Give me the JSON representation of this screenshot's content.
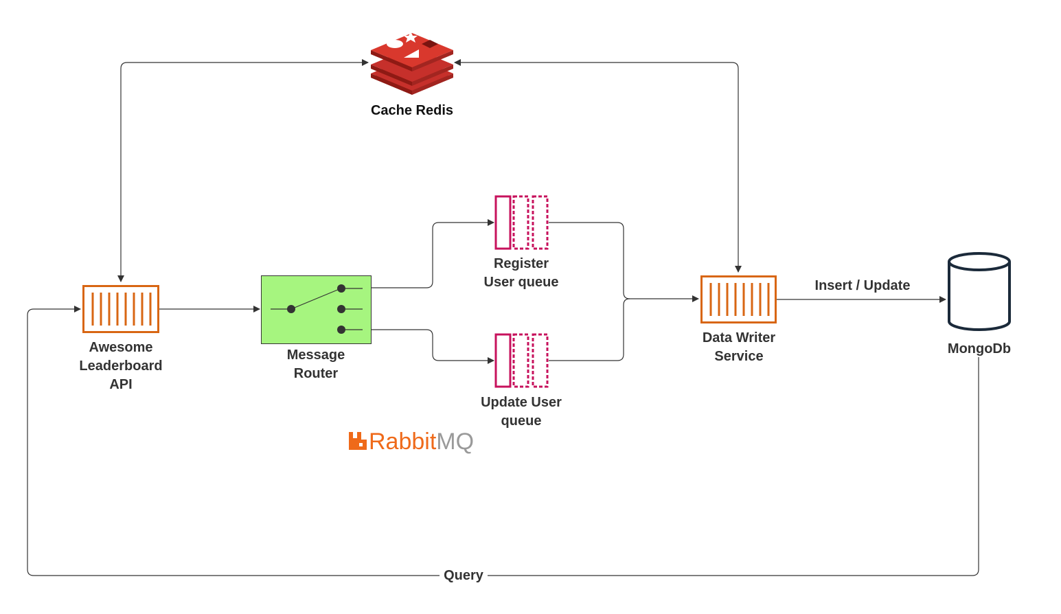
{
  "nodes": {
    "cache": {
      "label": "Cache Redis"
    },
    "api": {
      "label_lines": [
        "Awesome",
        "Leaderboard",
        "API"
      ]
    },
    "router": {
      "label_lines": [
        "Message",
        "Router"
      ]
    },
    "register_queue": {
      "label_lines": [
        "Register",
        "User queue"
      ]
    },
    "update_queue": {
      "label_lines": [
        "Update User",
        "queue"
      ]
    },
    "writer": {
      "label_lines": [
        "Data Writer",
        "Service"
      ]
    },
    "mongo": {
      "label": "MongoDb"
    }
  },
  "edges": {
    "insert_update": "Insert / Update",
    "query": "Query"
  },
  "brand": {
    "rabbit": "Rabbit",
    "mq": "MQ"
  },
  "colors": {
    "container": "#d86613",
    "queue": "#c7125c",
    "router_fill": "#a6f57f",
    "redis": "#c6302b",
    "rabbit_orange": "#ef6a1a",
    "mongo_stroke": "#1b2a3a"
  }
}
